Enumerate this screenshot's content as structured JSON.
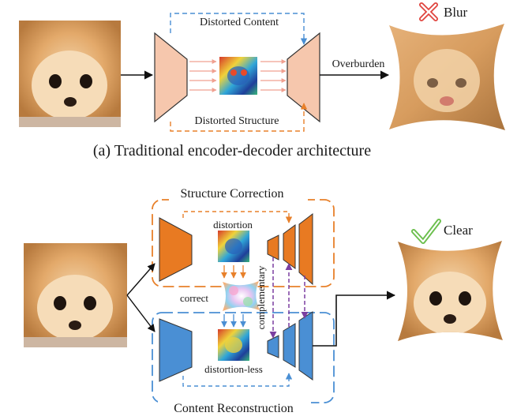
{
  "part_a": {
    "top_label": "Distorted Content",
    "bottom_label": "Distorted Structure",
    "output_label": "Overburden",
    "result_label": "Blur",
    "caption": "(a) Traditional encoder-decoder architecture"
  },
  "part_b": {
    "structure_box_title": "Structure Correction",
    "content_box_title": "Content Reconstruction",
    "distortion_label": "distortion",
    "correct_label": "correct",
    "distortion_less_label": "distortion-less",
    "complementary_label": "complementary",
    "result_label": "Clear"
  },
  "colors": {
    "traditional_block": "#f6c7ad",
    "orange_block": "#e87a22",
    "blue_block": "#4a8fd4",
    "orange_dash": "#e8802a",
    "blue_dash": "#4a8fd4",
    "purple_dash": "#7b3fa0",
    "cross_red": "#e0453f",
    "check_green": "#6cbf4e"
  },
  "icons": {
    "blur_marker": "cross-icon",
    "clear_marker": "check-icon"
  }
}
